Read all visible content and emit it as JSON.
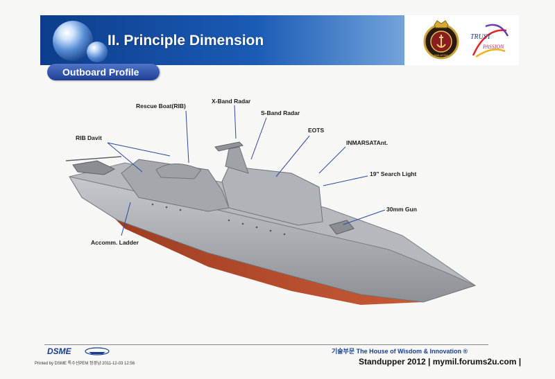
{
  "header": {
    "title": "II. Principle Dimension",
    "emblem_text": "MALAYSIA",
    "logo_text_top": "TRUST",
    "logo_text_bottom": "PASSION"
  },
  "section": {
    "label": "Outboard Profile"
  },
  "callouts": {
    "rescue_boat": "Rescue Boat(RIB)",
    "x_band_radar": "X-Band Radar",
    "s_band_radar": "S-Band Radar",
    "eots": "EOTS",
    "inmarsat": "INMARSATAnt.",
    "search_light": "19\" Search Light",
    "rib_davit": "RIB Davit",
    "gun_30mm": "30mm Gun",
    "accomm_ladder": "Accomm. Ladder"
  },
  "footer": {
    "company": "DSME",
    "printed": "Printed by DSME 특수선PEM 정경남 2011-12-03 12:56",
    "motto": "기술부문 The House of Wisdom & Innovation ®",
    "watermark": "Standupper 2012 | mymil.forums2u.com |"
  },
  "colors": {
    "header_dark": "#0d3d8c",
    "pill": "#1f3f95",
    "hull_grey": "#a9adb2",
    "hull_red": "#b84a2e"
  }
}
